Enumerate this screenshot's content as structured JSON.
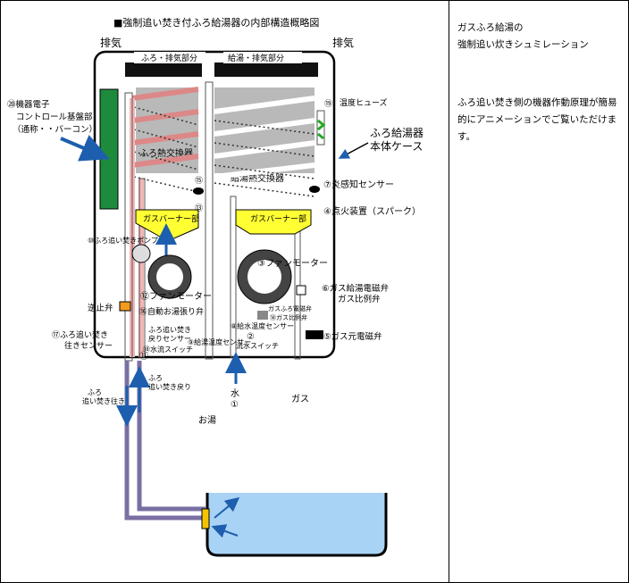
{
  "diagram": {
    "title": "■強制追い焚き付ふろ給湯器の内部構造概略図",
    "exhaust_left": "排気",
    "exhaust_right": "排気",
    "furo_exhaust_section": "ふろ・排気部分",
    "kyuto_exhaust_section": "給湯・排気部分",
    "item20": "⑳機器電子",
    "item20_line2": "コントロール基盤部",
    "item20_line3": "（通称・・バーコン）",
    "temp_fuse": "温度ヒューズ",
    "case_label": "ふろ給湯器",
    "case_label_line2": "本体ケース",
    "furo_heat_exchanger": "ふろ熱交換器",
    "kyuto_heat_exchanger": "給湯熱交換器",
    "flame_sensor": "⑦炎感知センサー",
    "igniter": "④点火装置（スパーク）",
    "gas_burner_left": "ガスバーナー部",
    "gas_burner_right": "ガスバーナー部",
    "pump": "⑩ふろ追い焚きポンプ",
    "fan_motor_right": "③ファンモーター",
    "gas_valve_6": "⑥ガス給湯電磁弁",
    "gas_valve_6_line2": "ガス比例弁",
    "fan_motor_left": "⑫ファンモーター",
    "check_valve": "逆止弁",
    "auto_fill_valve": "⑯自動お湯張り弁",
    "gas_furo_valve": "ガスふろ電磁弁",
    "gas_prop_valve_14": "⑭ガス比例弁",
    "water_temp_sensor": "⑧給水温度センサー",
    "hot_water_temp_sensor": "⑨給湯温度センサー",
    "flow_switch": "②",
    "flow_switch_line2": "流水スイッチ",
    "gas_main_valve": "⑤ガス元電磁弁",
    "return_sensor": "⑰ふろ追い焚き",
    "return_sensor_line2": "往きセンサー",
    "furo_return_sensor": "ふろ追い焚き",
    "furo_return_sensor_line2": "戻りセンサー",
    "water_flow_switch": "⑱水流スイッチ",
    "label_11": "⑪",
    "label_13": "⑬",
    "label_15": "⑮",
    "label_19": "⑲",
    "water_inlet": "水",
    "water_inlet_num": "①",
    "gas_inlet": "ガス",
    "furo_go_pipe": "ふろ",
    "furo_go_pipe_line2": "追い焚き往き",
    "furo_return_pipe": "ふろ",
    "furo_return_pipe_line2": "追い焚き戻り",
    "hot_water": "お湯"
  },
  "side": {
    "title": "ガスふろ給湯の\n強制追い炊きシュミレーション",
    "description": "ふろ追い焚き側の機器作動原理が簡易的にアニメーションでご覧いただけます。"
  },
  "colors": {
    "pcb_green": "#1e8a3c",
    "burner_yellow": "#ffff33",
    "heat_exchanger_gray": "#b9b9b9",
    "pipe_pink": "#f2b6b6",
    "water_blue": "#a9d3f5",
    "arrow_blue": "#1d5fae",
    "check_valve_orange": "#f59a1c"
  }
}
